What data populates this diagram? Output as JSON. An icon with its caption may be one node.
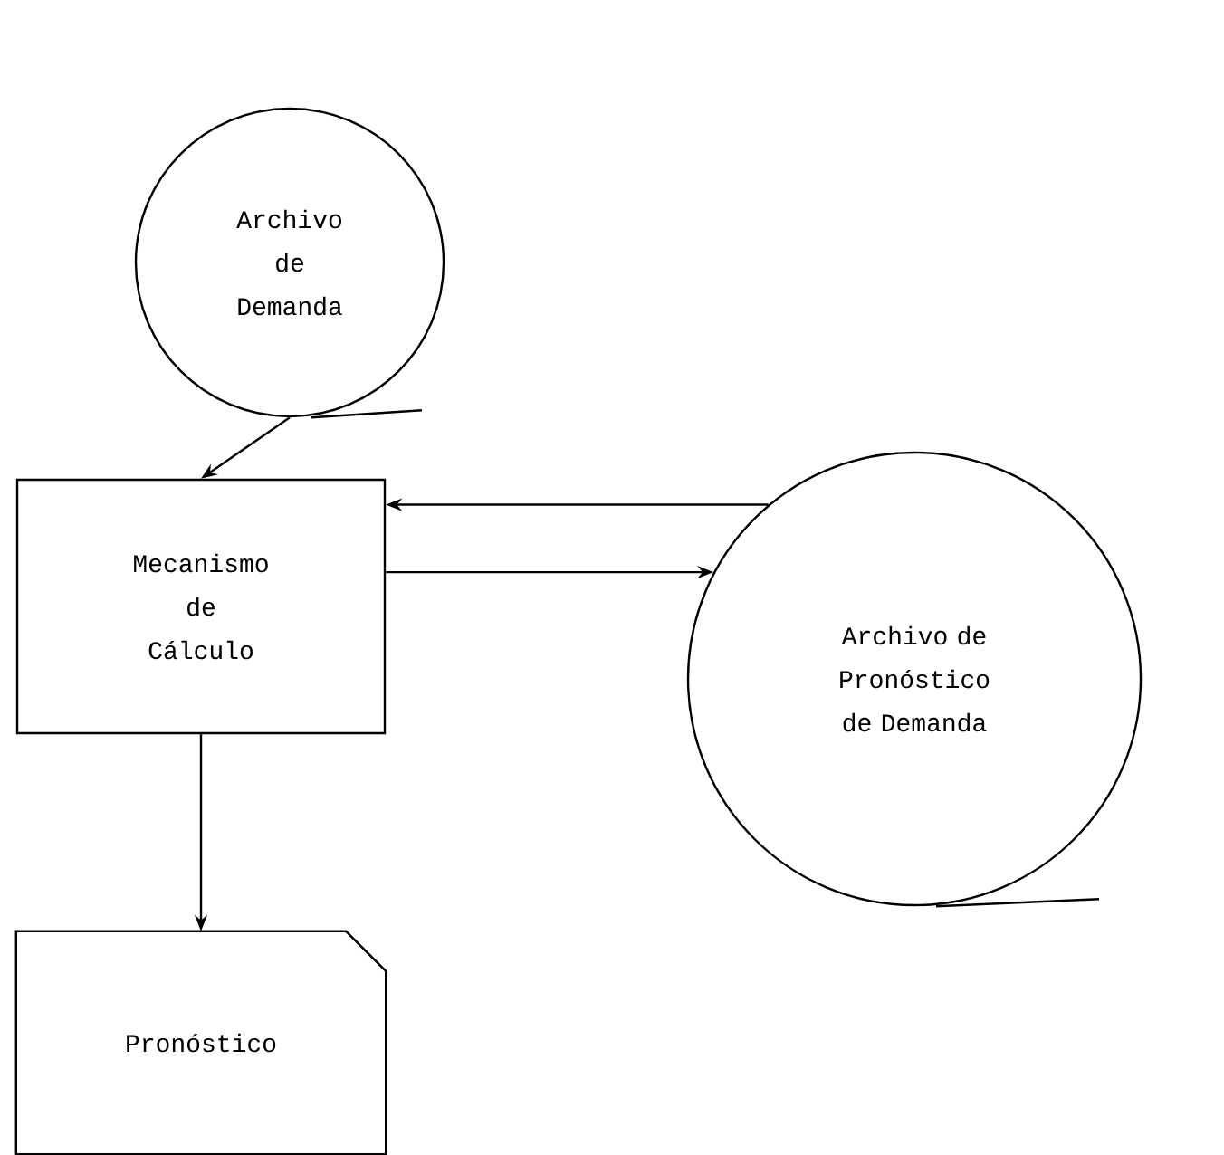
{
  "diagram": {
    "nodes": [
      {
        "text": [
          "Archivo de Demanda"
        ]
      },
      {
        "text": [
          "Mecanismo de Cálculo"
        ]
      },
      {
        "text": [
          "Archivo de Pronóstico de Demanda"
        ]
      },
      {
        "text": [
          "Pronóstico"
        ]
      }
    ],
    "edges": [
      {
        "from": 0,
        "to": 1,
        "arrow": "to"
      },
      {
        "from": 2,
        "to": 1,
        "arrow": "to"
      },
      {
        "from": 1,
        "to": 2,
        "arrow": "to"
      },
      {
        "from": 1,
        "to": 3,
        "arrow": "to"
      }
    ]
  }
}
